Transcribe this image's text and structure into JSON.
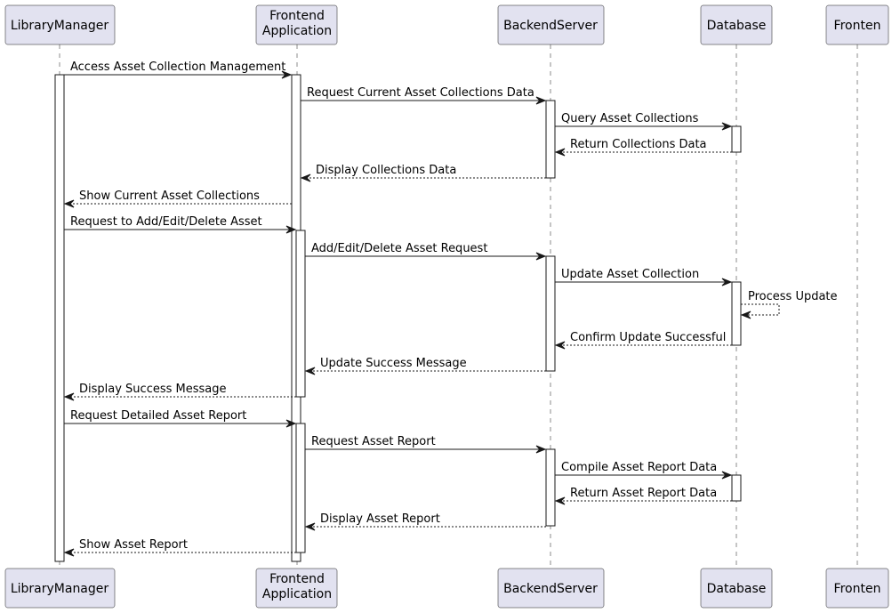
{
  "participants": [
    {
      "id": "lm",
      "lines": [
        "LibraryManager"
      ]
    },
    {
      "id": "fa",
      "lines": [
        "Frontend",
        "Application"
      ]
    },
    {
      "id": "bs",
      "lines": [
        "BackendServer"
      ]
    },
    {
      "id": "db",
      "lines": [
        "Database"
      ]
    },
    {
      "id": "fr",
      "lines": [
        "Fronten"
      ]
    }
  ],
  "messages": [
    {
      "from": "lm",
      "to": "fa",
      "text": "Access Asset Collection Management",
      "style": "solid"
    },
    {
      "from": "fa",
      "to": "bs",
      "text": "Request Current Asset Collections Data",
      "style": "solid"
    },
    {
      "from": "bs",
      "to": "db",
      "text": "Query Asset Collections",
      "style": "solid"
    },
    {
      "from": "db",
      "to": "bs",
      "text": "Return Collections Data",
      "style": "dashed"
    },
    {
      "from": "bs",
      "to": "fa",
      "text": "Display Collections Data",
      "style": "dashed"
    },
    {
      "from": "fa",
      "to": "lm",
      "text": "Show Current Asset Collections",
      "style": "dashed"
    },
    {
      "from": "lm",
      "to": "fa",
      "text": "Request to Add/Edit/Delete Asset",
      "style": "solid"
    },
    {
      "from": "fa",
      "to": "bs",
      "text": "Add/Edit/Delete Asset Request",
      "style": "solid"
    },
    {
      "from": "bs",
      "to": "db",
      "text": "Update Asset Collection",
      "style": "solid"
    },
    {
      "from": "db",
      "to": "db",
      "text": "Process Update",
      "style": "dashed"
    },
    {
      "from": "db",
      "to": "bs",
      "text": "Confirm Update Successful",
      "style": "dashed"
    },
    {
      "from": "bs",
      "to": "fa",
      "text": "Update Success Message",
      "style": "dashed"
    },
    {
      "from": "fa",
      "to": "lm",
      "text": "Display Success Message",
      "style": "dashed"
    },
    {
      "from": "lm",
      "to": "fa",
      "text": "Request Detailed Asset Report",
      "style": "solid"
    },
    {
      "from": "fa",
      "to": "bs",
      "text": "Request Asset Report",
      "style": "solid"
    },
    {
      "from": "bs",
      "to": "db",
      "text": "Compile Asset Report Data",
      "style": "solid"
    },
    {
      "from": "db",
      "to": "bs",
      "text": "Return Asset Report Data",
      "style": "dashed"
    },
    {
      "from": "bs",
      "to": "fa",
      "text": "Display Asset Report",
      "style": "dashed"
    },
    {
      "from": "fa",
      "to": "lm",
      "text": "Show Asset Report",
      "style": "dashed"
    }
  ]
}
